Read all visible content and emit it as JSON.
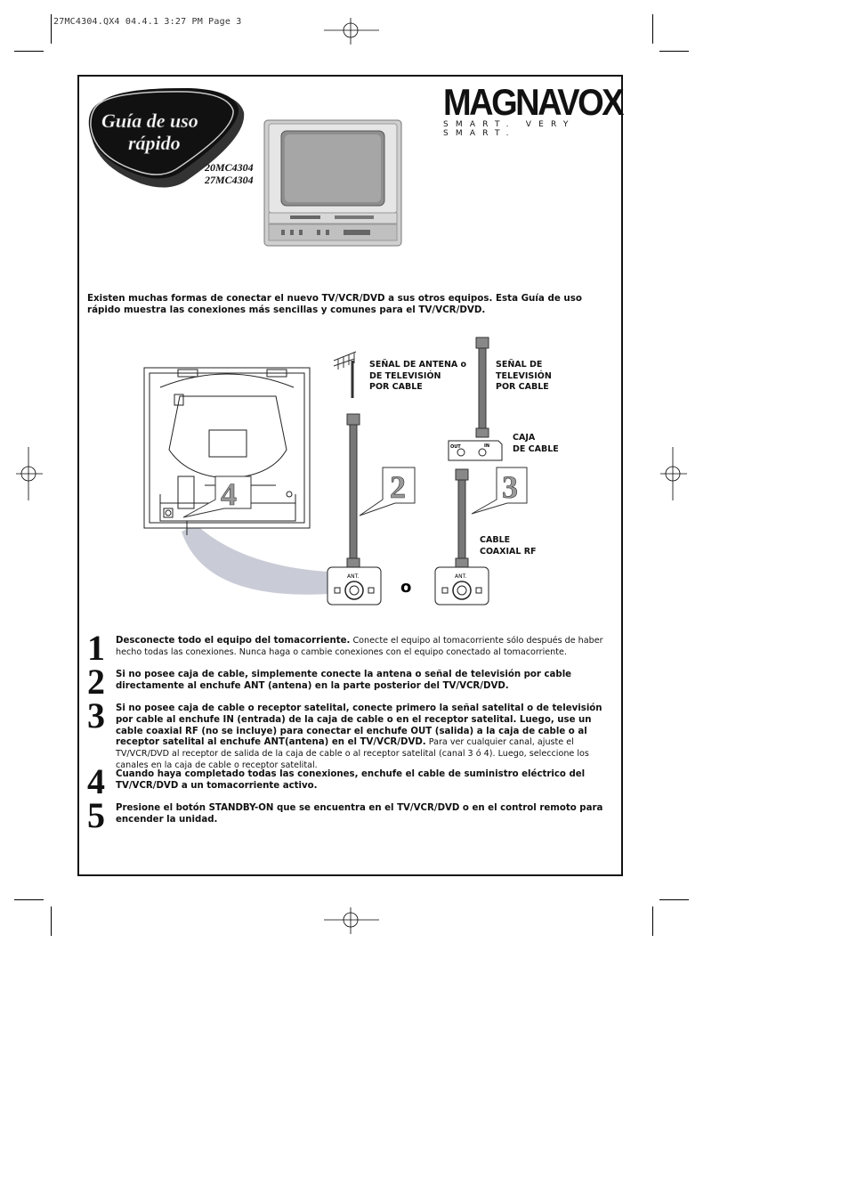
{
  "slug": "27MC4304.QX4  04.4.1  3:27 PM  Page 3",
  "badge": {
    "line1": "Guía de uso",
    "line2": "rápido"
  },
  "models": [
    "20MC4304",
    "27MC4304"
  ],
  "brand": {
    "name": "MAGNAVOX",
    "tagline": "SMART. VERY SMART."
  },
  "intro": "Existen muchas formas de conectar el nuevo TV/VCR/DVD a sus otros equipos. Esta Guía de uso rápido muestra las conexiones más sencillas y comunes para el TV/VCR/DVD.",
  "diagram": {
    "antenna_label": [
      "SEÑAL DE ANTENA o",
      "DE TELEVISIÓN",
      "POR CABLE"
    ],
    "cable_signal_label": [
      "SEÑAL DE",
      "TELEVISIÓN",
      "POR CABLE"
    ],
    "cable_box_label": [
      "CAJA",
      "DE CABLE"
    ],
    "coax_label": [
      "CABLE",
      "COAXIAL RF"
    ],
    "box_out": "OUT",
    "box_in": "IN",
    "ant_jack": "ANT.",
    "or": "o",
    "callouts": [
      "4",
      "2",
      "3"
    ]
  },
  "steps": [
    {
      "num": "1",
      "bold": "Desconecte todo el equipo del tomacorriente.",
      "normal": " Conecte el equipo al tomacorriente sólo después de haber hecho todas las conexiones. Nunca haga o cambie conexiones con el equipo conectado al tomacorriente."
    },
    {
      "num": "2",
      "bold": "Si no posee caja de cable, simplemente conecte la antena o señal de televisión por cable directamente al enchufe ANT (antena) en la parte posterior del TV/VCR/DVD.",
      "normal": ""
    },
    {
      "num": "3",
      "bold": "Si no posee caja de cable o receptor satelital, conecte primero la señal satelital o de televisión por cable al enchufe IN (entrada) de la caja de cable o en el receptor satelital.  Luego, use un cable coaxial RF (no se incluye) para conectar el enchufe OUT (salida) a la caja de cable o al receptor satelital al enchufe ANT(antena) en el TV/VCR/DVD.",
      "normal": " Para ver cualquier canal, ajuste el TV/VCR/DVD al receptor de salida de la caja de cable o al receptor satelital (canal 3 ó 4). Luego, seleccione los canales en la caja de cable o receptor satelital."
    },
    {
      "num": "4",
      "bold": "Cuando haya completado todas las conexiones, enchufe el cable de suministro eléctrico del TV/VCR/DVD a un tomacorriente activo.",
      "normal": ""
    },
    {
      "num": "5",
      "bold": "Presione el botón STANDBY-ON que se encuentra en el TV/VCR/DVD o en el control remoto para encender la unidad.",
      "normal": ""
    }
  ]
}
